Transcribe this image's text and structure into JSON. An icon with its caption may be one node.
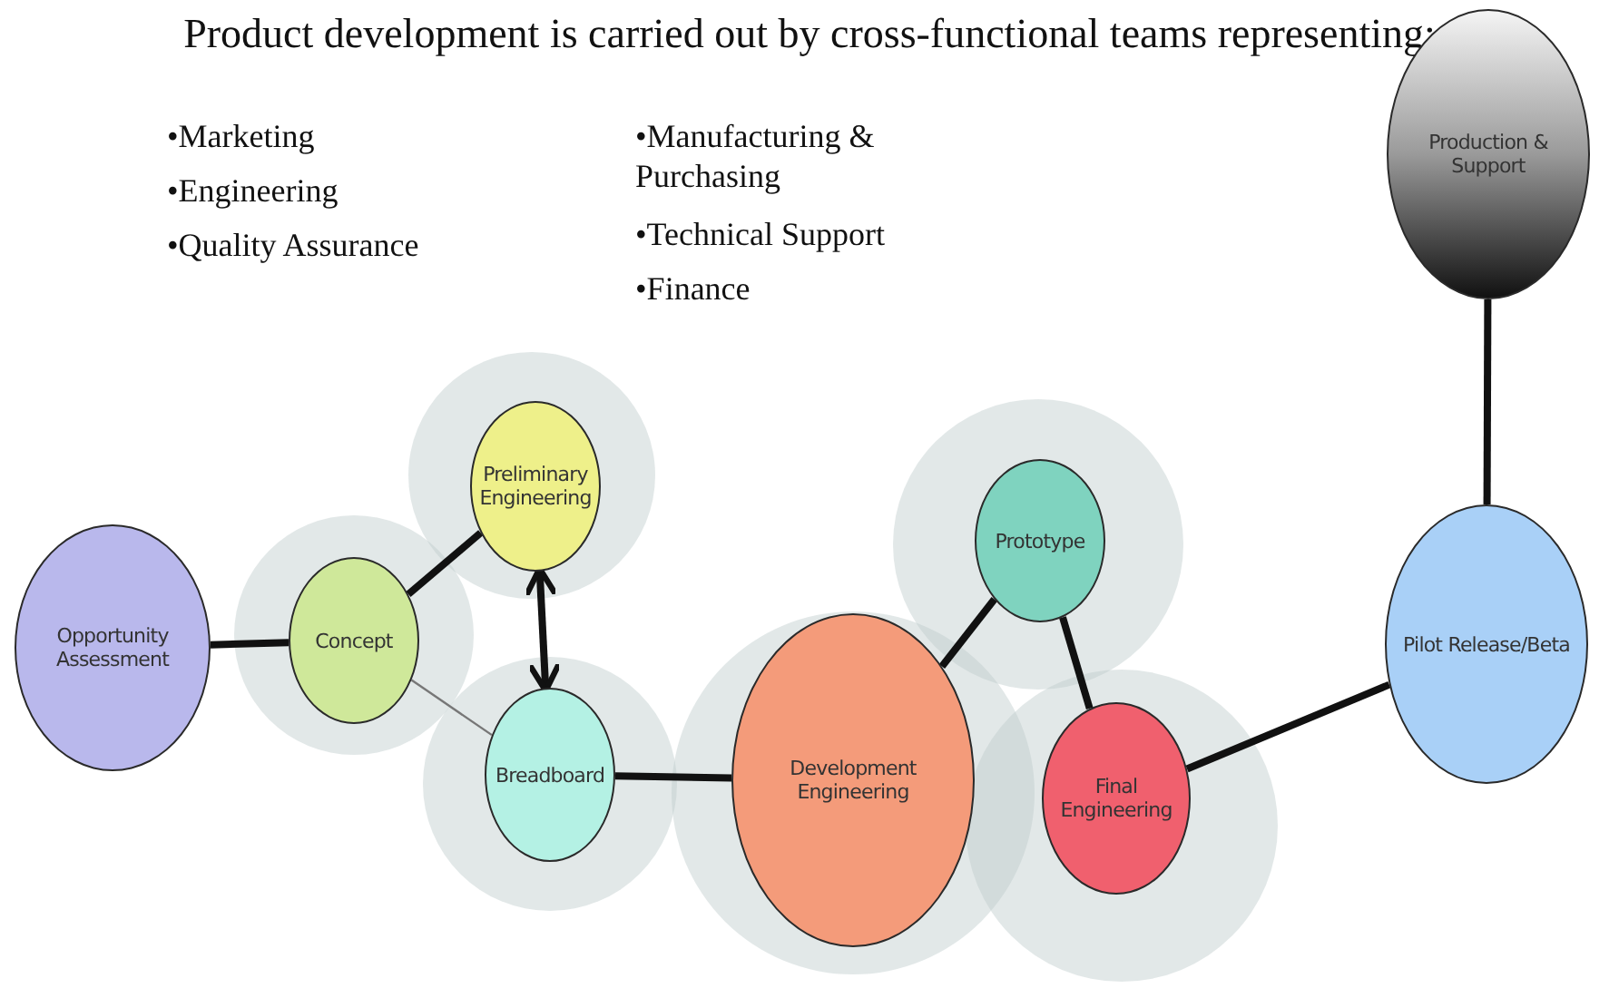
{
  "diagram": {
    "title": "Product development is carried out by cross-functional teams representing:",
    "nodes": [
      {
        "text": [
          "Opportunity Assessment"
        ]
      },
      {
        "text": [
          "Concept"
        ]
      },
      {
        "text": [
          "Preliminary Engineering"
        ]
      },
      {
        "text": [
          "Breadboard"
        ]
      },
      {
        "text": [
          "Development Engineering"
        ]
      },
      {
        "text": [
          "Prototype"
        ]
      },
      {
        "text": [
          "Final Engineering"
        ]
      },
      {
        "text": [
          "Pilot Release/Beta"
        ]
      },
      {
        "text": [
          "Production & Support"
        ]
      }
    ],
    "edges": [
      {
        "from": 0,
        "to": 1,
        "arrow": "none"
      },
      {
        "from": 1,
        "to": 2,
        "arrow": "none"
      },
      {
        "from": 2,
        "to": 3,
        "arrow": "both"
      },
      {
        "from": 1,
        "to": 3,
        "arrow": "none",
        "color": "#777777"
      },
      {
        "from": 3,
        "to": 4,
        "arrow": "none"
      },
      {
        "from": 4,
        "to": 5,
        "arrow": "none"
      },
      {
        "from": 5,
        "to": 6,
        "arrow": "none"
      },
      {
        "from": 6,
        "to": 7,
        "arrow": "none"
      },
      {
        "from": 7,
        "to": 8,
        "arrow": "none"
      }
    ],
    "labels": [
      "•Marketing",
      "•Engineering",
      "•Quality Assurance",
      "•Manufacturing & Purchasing",
      "•Technical Support",
      "•Finance"
    ]
  }
}
